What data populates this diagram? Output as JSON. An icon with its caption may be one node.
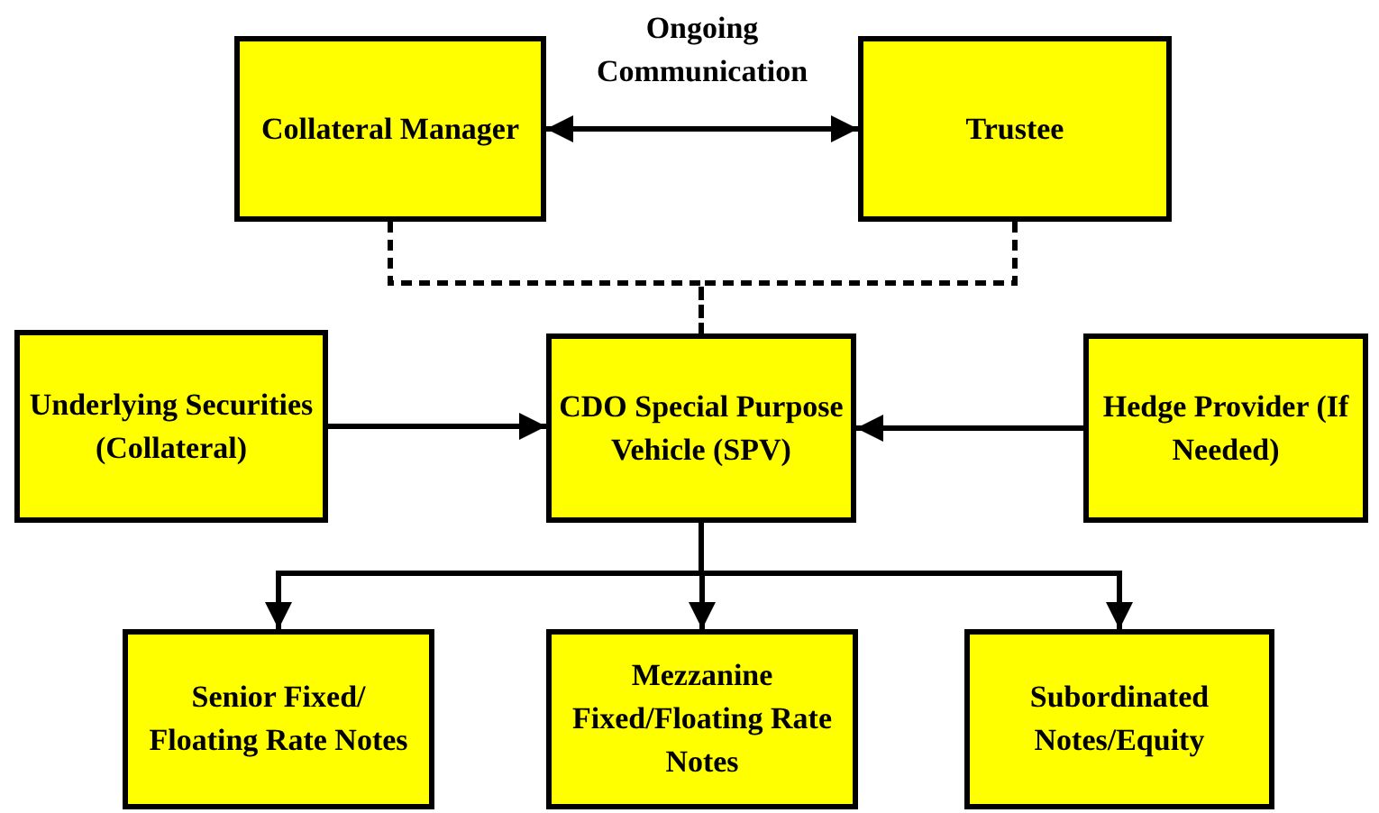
{
  "diagram": {
    "nodes": [
      {
        "text": [
          "Collateral Manager"
        ]
      },
      {
        "text": [
          "Trustee"
        ]
      },
      {
        "text": [
          "Underlying Securities (Collateral)"
        ]
      },
      {
        "text": [
          "CDO Special Purpose Vehicle (SPV)"
        ]
      },
      {
        "text": [
          "Hedge Provider (If Needed)"
        ]
      },
      {
        "text": [
          "Senior Fixed/ Floating Rate Notes"
        ]
      },
      {
        "text": [
          "Mezzanine Fixed/Floating Rate Notes"
        ]
      },
      {
        "text": [
          "Subordinated Notes/Equity"
        ]
      }
    ],
    "edges": [
      {
        "from": 0,
        "to": 1,
        "arrow": "both",
        "label": "Ongoing Communication"
      },
      {
        "from": 0,
        "to": 3,
        "arrow": "none",
        "style": "dashed"
      },
      {
        "from": 1,
        "to": 3,
        "arrow": "none",
        "style": "dashed"
      },
      {
        "from": 2,
        "to": 3,
        "arrow": "to"
      },
      {
        "from": 4,
        "to": 3,
        "arrow": "to"
      },
      {
        "from": 3,
        "to": 5,
        "arrow": "to"
      },
      {
        "from": 3,
        "to": 6,
        "arrow": "to"
      },
      {
        "from": 3,
        "to": 7,
        "arrow": "to"
      }
    ]
  }
}
